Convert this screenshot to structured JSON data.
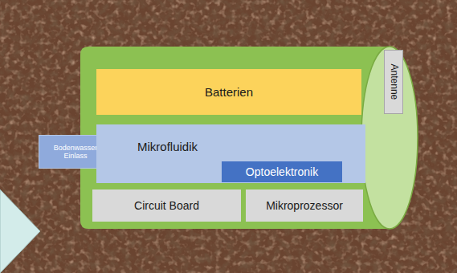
{
  "diagram": {
    "nodes": [
      {
        "text": [
          "Batterien"
        ]
      },
      {
        "text": [
          "Antenne"
        ]
      },
      {
        "text": [
          "Bodenwasser Einlass"
        ]
      },
      {
        "text": [
          "Mikrofluidik"
        ]
      },
      {
        "text": [
          "Optoelektronik"
        ],
        "in": 3
      },
      {
        "text": [
          "Circuit Board"
        ]
      },
      {
        "text": [
          "Mikroprozessor"
        ]
      }
    ]
  }
}
